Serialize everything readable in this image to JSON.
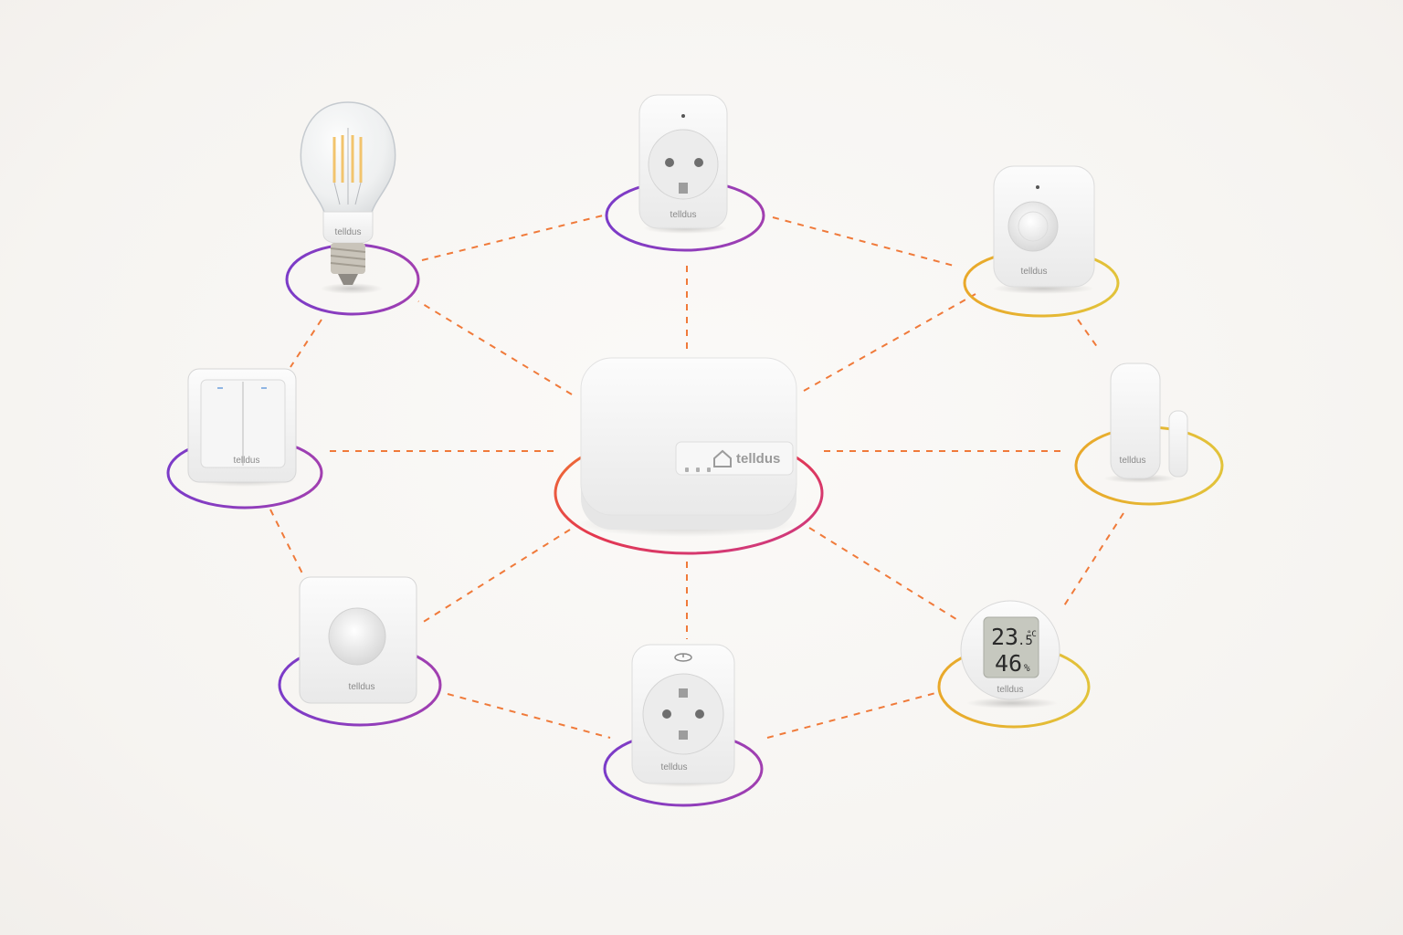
{
  "brand": "telldus",
  "thermometer": {
    "temperature_int": "23",
    "temperature_dec": ".5",
    "temperature_unit": "°C",
    "humidity": "46",
    "humidity_unit": "%"
  },
  "colors": {
    "background": "#f8f6f3",
    "link_dash": "#f07a3a",
    "ring_purple": "#8a3fc4",
    "ring_yellow": "#e6b62c",
    "ring_hub_start": "#f0752f",
    "ring_hub_end": "#d92d6b",
    "device_white": "#f4f4f4"
  },
  "devices": [
    {
      "id": "hub",
      "icon": "gateway-hub-icon"
    },
    {
      "id": "bulb",
      "icon": "light-bulb-icon"
    },
    {
      "id": "plug-top",
      "icon": "smart-plug-icon"
    },
    {
      "id": "motion",
      "icon": "motion-sensor-icon"
    },
    {
      "id": "wall-switch",
      "icon": "wall-switch-icon"
    },
    {
      "id": "door",
      "icon": "door-sensor-icon"
    },
    {
      "id": "dimmer",
      "icon": "rotary-dimmer-icon"
    },
    {
      "id": "plug-bottom",
      "icon": "smart-plug-icon"
    },
    {
      "id": "thermometer",
      "icon": "thermometer-icon"
    }
  ]
}
